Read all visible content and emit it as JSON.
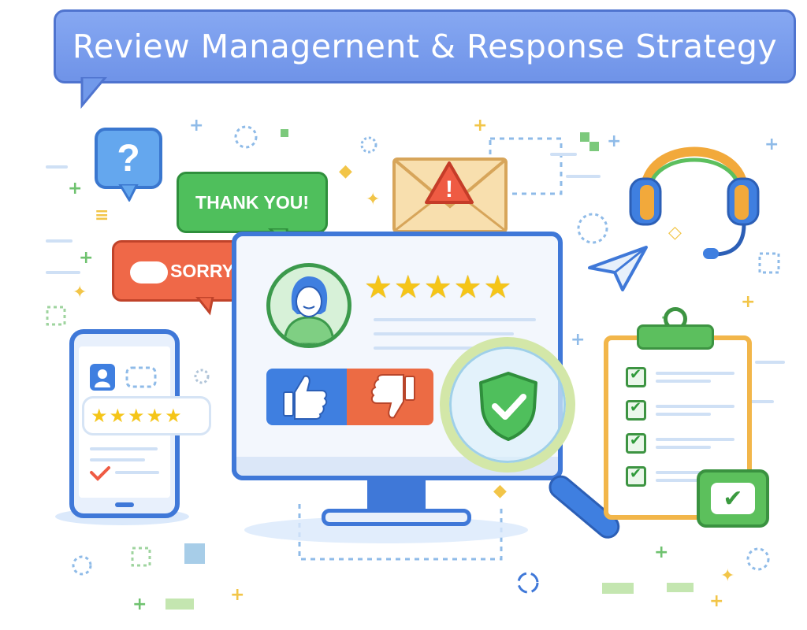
{
  "title": "Review Managernent & Response Strategy",
  "bubbles": {
    "question": "?",
    "thank_you": "THANK YOU!",
    "sorry": "SORRY",
    "alert": "!"
  },
  "review": {
    "rating": 5,
    "max_rating": 5
  },
  "phone_review": {
    "rating": 5,
    "max_rating": 5
  },
  "clipboard": {
    "checked_items": 4
  },
  "colors": {
    "banner": "#7199ea",
    "thank_you": "#4fbf5c",
    "sorry": "#ef6848",
    "thumbs_up": "#3f7fe0",
    "thumbs_down": "#ec6b44",
    "star": "#f5c518",
    "accent_green": "#5cc05c"
  },
  "icons": [
    "question-bubble-icon",
    "thank-you-bubble-icon",
    "sorry-bubble-icon",
    "alert-envelope-icon",
    "headset-icon",
    "paper-plane-icon",
    "user-avatar-icon",
    "star-icon",
    "thumbs-up-icon",
    "thumbs-down-icon",
    "shield-check-icon",
    "magnifier-icon",
    "phone-icon",
    "clipboard-icon",
    "checkmark-icon"
  ]
}
